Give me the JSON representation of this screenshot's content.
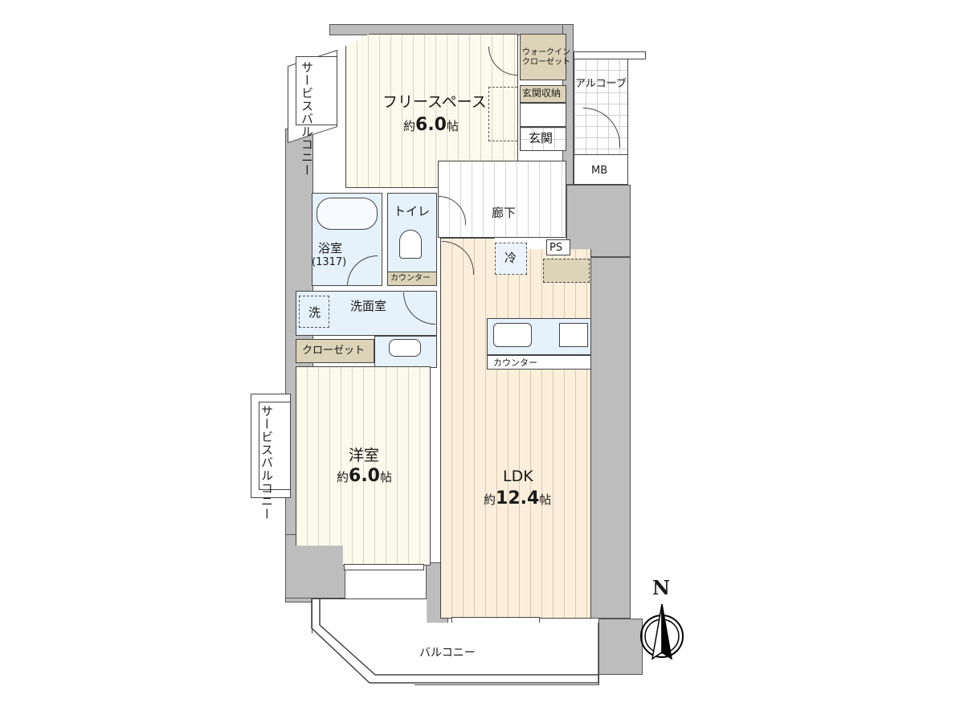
{
  "floor_plan": {
    "rooms": {
      "free_space": {
        "name": "フリースペース",
        "area_prefix": "約",
        "area_value": "6.0",
        "area_unit": "帖"
      },
      "walk_in_closet": {
        "name_line1": "ウォークイン",
        "name_line2": "クローゼット"
      },
      "entrance_storage": {
        "name": "玄関収納"
      },
      "entrance": {
        "name": "玄関"
      },
      "alcove": {
        "name": "アルコーブ"
      },
      "meter_box": {
        "name": "MB"
      },
      "corridor": {
        "name": "廊下"
      },
      "toilet": {
        "name": "トイレ",
        "counter": "カウンター"
      },
      "bathroom": {
        "name": "浴室",
        "size": "(1317)"
      },
      "washroom": {
        "name": "洗面室",
        "washer": "洗"
      },
      "closet": {
        "name": "クローゼット"
      },
      "western_room": {
        "name": "洋室",
        "area_prefix": "約",
        "area_value": "6.0",
        "area_unit": "帖"
      },
      "ldk": {
        "name": "LDK",
        "area_prefix": "約",
        "area_value": "12.4",
        "area_unit": "帖",
        "fridge": "冷",
        "counter": "カウンター"
      },
      "pipe_space": {
        "name": "PS"
      },
      "service_balcony_top": {
        "name": "サービスバルコニー"
      },
      "service_balcony_left": {
        "name": "サービスバルコニー"
      },
      "balcony": {
        "name": "バルコニー"
      }
    },
    "compass": {
      "label": "N",
      "direction": "north"
    }
  }
}
